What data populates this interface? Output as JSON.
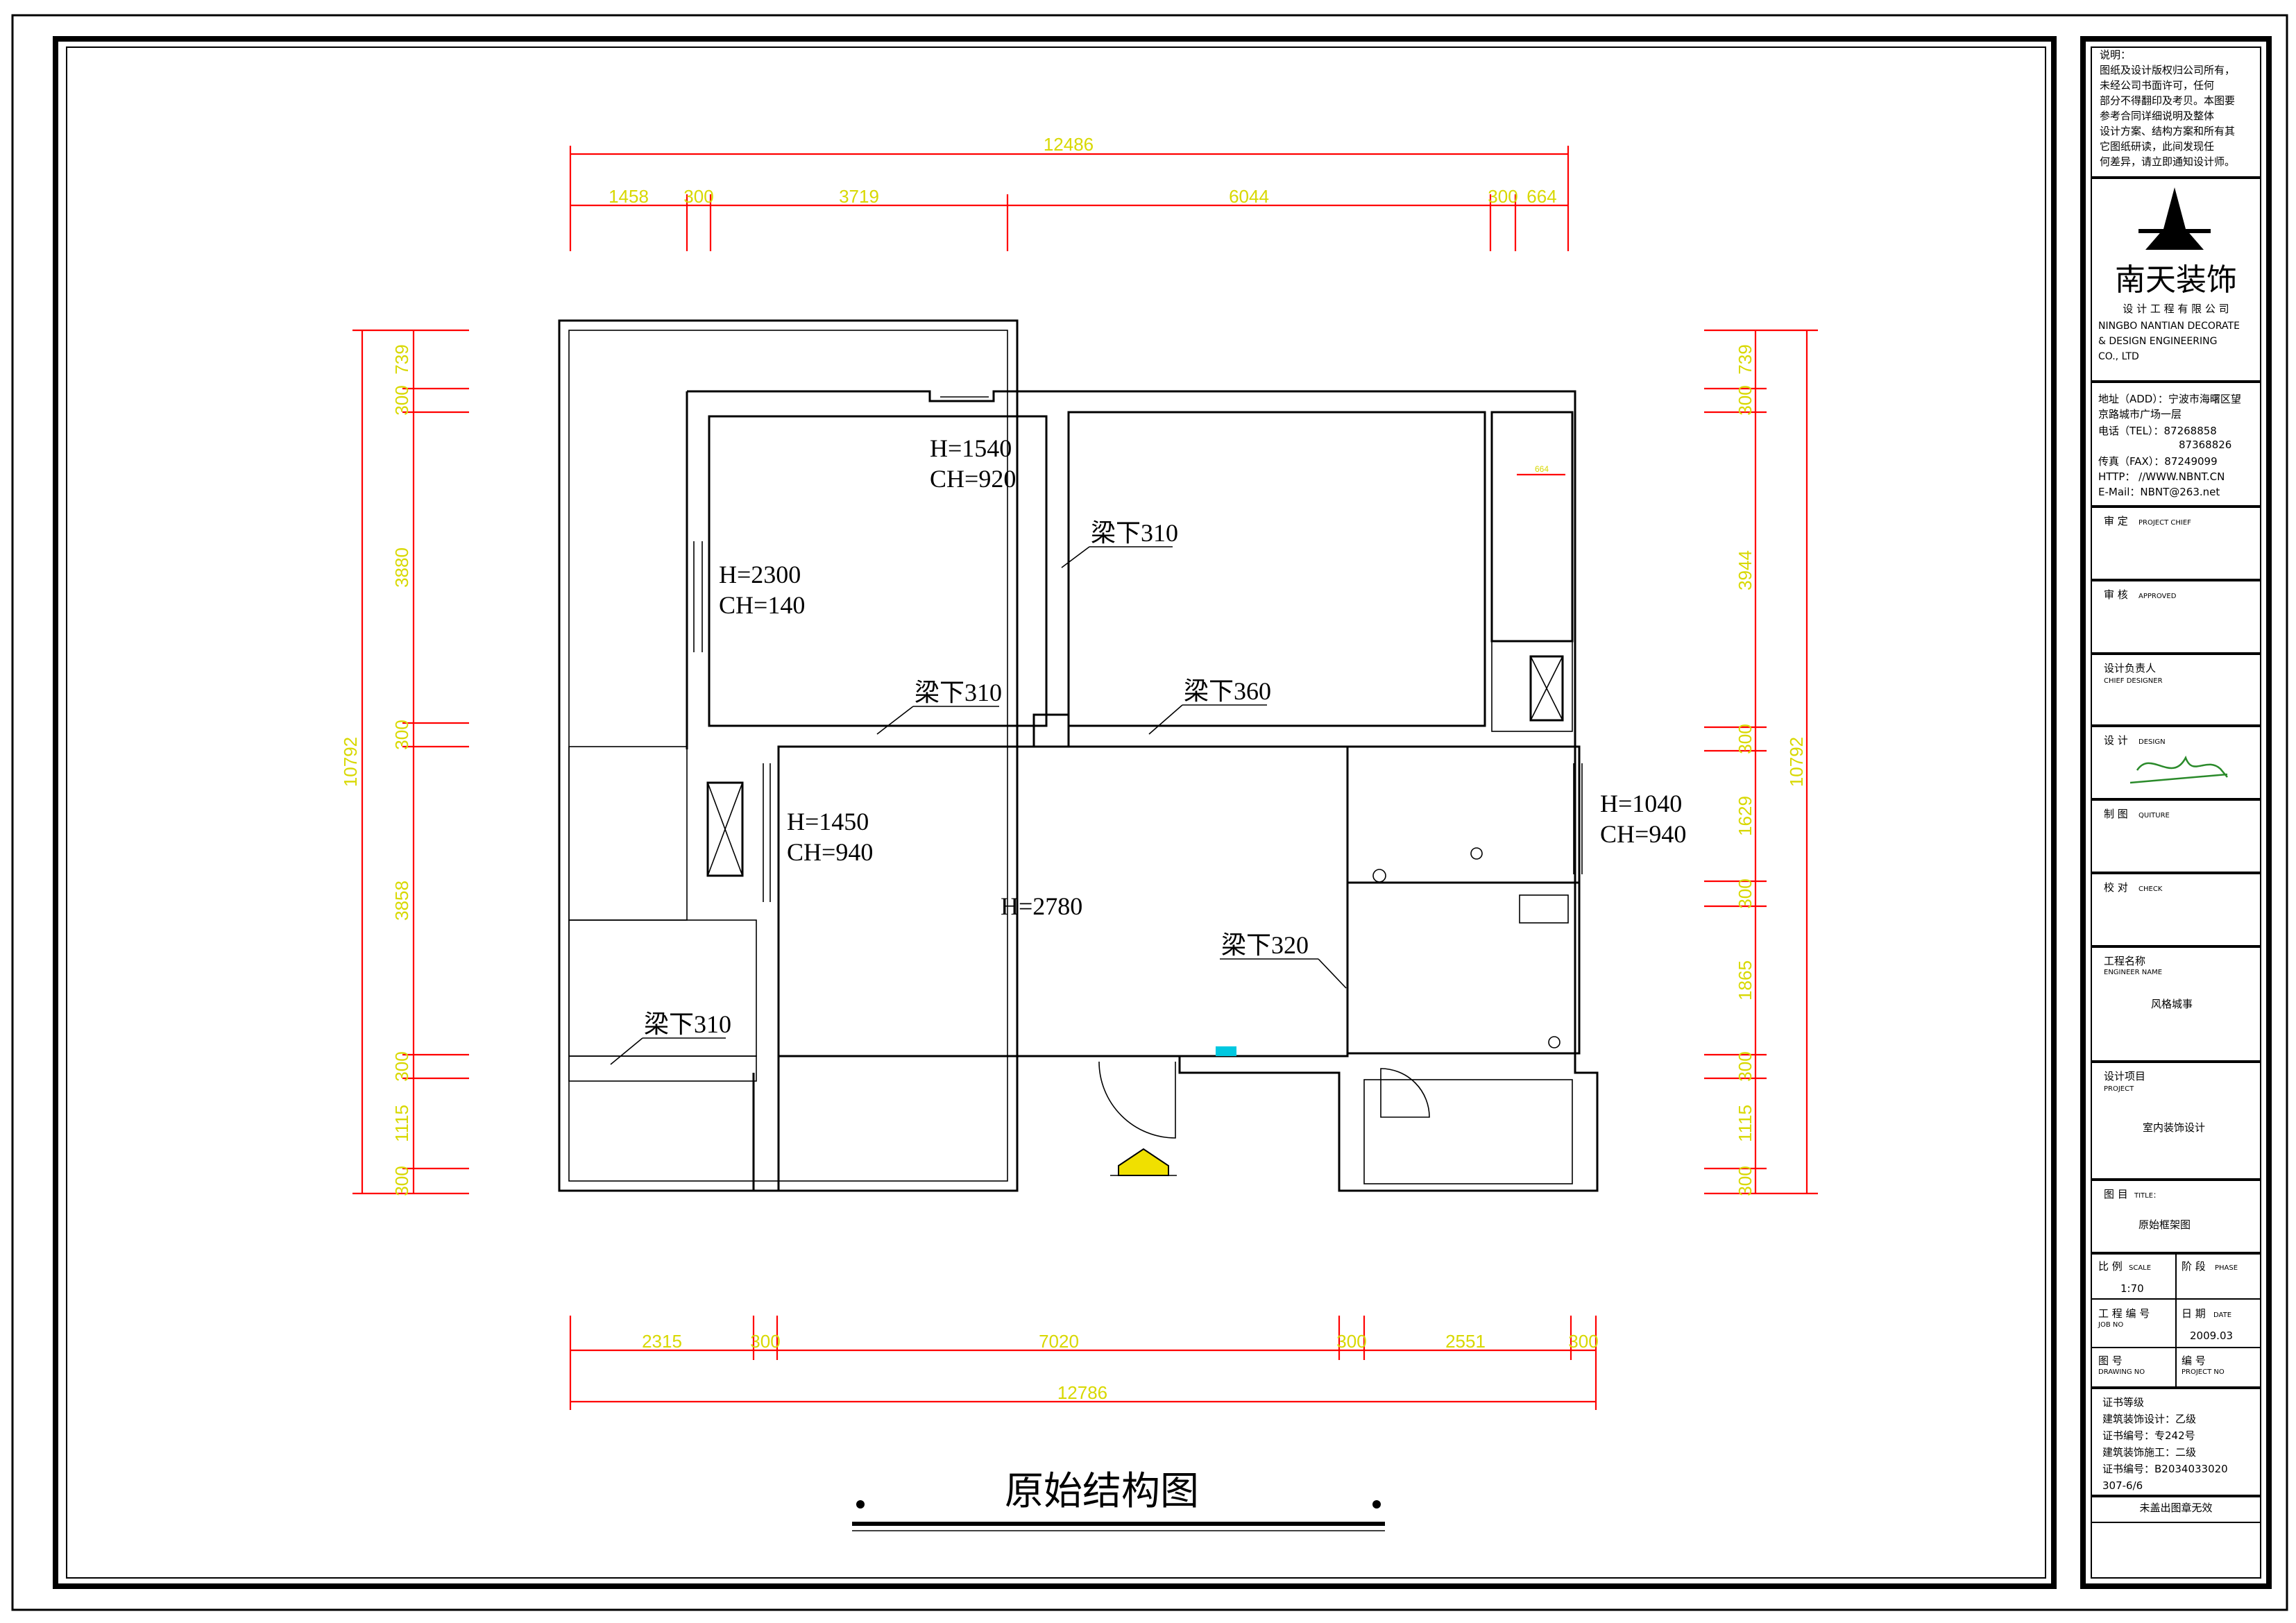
{
  "drawing": {
    "title": "原始结构图",
    "dimensions": {
      "top_total": "12486",
      "top_segments": [
        "1458",
        "300",
        "3719",
        "6044",
        "300",
        "664"
      ],
      "bottom_segments": [
        "2315",
        "300",
        "7020",
        "300",
        "2551",
        "300"
      ],
      "bottom_total": "12786",
      "left_total": "10792",
      "left_segments": [
        "739",
        "300",
        "3880",
        "300",
        "3858",
        "300",
        "1115",
        "300"
      ],
      "right_total": "10792",
      "right_segments": [
        "739",
        "300",
        "3944",
        "300",
        "1629",
        "300",
        "1865",
        "300",
        "1115",
        "300"
      ],
      "small_tag": "664"
    },
    "annotations": [
      {
        "id": "window-top",
        "lines": [
          "H=1540",
          "CH=920"
        ]
      },
      {
        "id": "window-left-top",
        "lines": [
          "H=2300",
          "CH=140"
        ]
      },
      {
        "id": "window-left-mid",
        "lines": [
          "H=1450",
          "CH=940"
        ]
      },
      {
        "id": "window-right",
        "lines": [
          "H=1040",
          "CH=940"
        ]
      },
      {
        "id": "ceiling-height",
        "lines": [
          "H=2780"
        ]
      },
      {
        "id": "beam-1",
        "lines": [
          "梁下310"
        ]
      },
      {
        "id": "beam-2",
        "lines": [
          "梁下310"
        ]
      },
      {
        "id": "beam-3",
        "lines": [
          "梁下360"
        ]
      },
      {
        "id": "beam-4",
        "lines": [
          "梁下320"
        ]
      },
      {
        "id": "beam-5",
        "lines": [
          "梁下310"
        ]
      }
    ]
  },
  "title_block": {
    "notes_heading": "说明：",
    "notes": [
      "图纸及设计版权归公司所有，",
      "未经公司书面许可，任何",
      "部分不得翻印及考贝。本图要",
      "参考合同详细说明及整体",
      "设计方案、结构方案和所有其",
      "它图纸研读，此间发现任",
      "何差异，请立即通知设计师。"
    ],
    "company_cn": "南天装饰",
    "company_cn2": "设 计 工 程 有 限 公 司",
    "company_en": [
      "NINGBO NANTIAN DECORATE",
      "& DESIGN ENGINEERING",
      "CO., LTD"
    ],
    "contact": [
      "地址（ADD）：宁波市海曙区望",
      "京路城市广场一层",
      "电话（TEL）：87268858",
      "87368826",
      "传真（FAX）：87249099",
      "HTTP： //WWW.NBNT.CN",
      "E-Mail：NBNT@263.net"
    ],
    "rows": [
      {
        "cn": "审 定",
        "en": "PROJECT CHIEF",
        "value": ""
      },
      {
        "cn": "审 核",
        "en": "APPROVED",
        "value": ""
      },
      {
        "cn": "设计负责人",
        "en": "CHIEF DESIGNER",
        "value": ""
      },
      {
        "cn": "设 计",
        "en": "DESIGN",
        "value": ""
      },
      {
        "cn": "制 图",
        "en": "QUITURE",
        "value": ""
      },
      {
        "cn": "校 对",
        "en": "CHECK",
        "value": ""
      },
      {
        "cn": "工程名称",
        "en": "ENGINEER NAME",
        "value": "风格城事"
      },
      {
        "cn": "设计项目",
        "en": "PROJECT",
        "value": "室内装饰设计"
      },
      {
        "cn": "图 目",
        "en": "TITLE：",
        "value": "原始框架图"
      }
    ],
    "scale_label": "比 例",
    "scale_en": "SCALE",
    "scale_value": "1:70",
    "phase_label": "阶 段",
    "phase_en": "PHASE",
    "job_label": "工 程 编 号",
    "job_en": "JOB NO",
    "date_label": "日 期",
    "date_en": "DATE",
    "date_value": "2009.03",
    "drawing_no_label": "图 号",
    "drawing_no_en": "DRAWING NO",
    "serial_label": "编 号",
    "serial_en": "PROJECT NO",
    "cert": [
      "证书等级",
      "建筑装饰设计：乙级",
      "证书编号：专242号",
      "建筑装饰施工：二级",
      "证书编号：B2034033020",
      "307-6/6"
    ],
    "footer": "未盖出图章无效"
  },
  "colors": {
    "dimension": "#d8d800",
    "dim_line": "#ff0000",
    "wall": "#000000",
    "signature": "#2a8a2a",
    "marker": "#00c8e0",
    "north_fill": "#f0e000"
  }
}
